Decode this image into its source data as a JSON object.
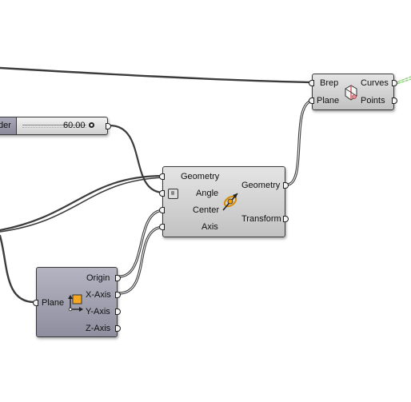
{
  "slider": {
    "label_fragment": "der",
    "value": "60.00"
  },
  "deconstruct_brep": {
    "inputs": [
      "Brep",
      "Plane"
    ],
    "outputs": [
      "Curves",
      "Points"
    ],
    "icon": "deconstruct-brep-icon"
  },
  "rotate3d": {
    "inputs": [
      "Geometry",
      "Angle",
      "Center",
      "Axis"
    ],
    "outputs": [
      "Geometry",
      "Transform"
    ],
    "icon": "rotate-icon"
  },
  "plane_component": {
    "input": "Plane",
    "outputs": [
      "Origin",
      "X-Axis",
      "Y-Axis",
      "Z-Axis"
    ],
    "icon": "plane-axes-icon"
  },
  "colors": {
    "wire": "#3c3c3c",
    "wire_highlight": "#ffffff",
    "node_border": "#3a3a3a",
    "selected_green": "#8fcf7a"
  }
}
